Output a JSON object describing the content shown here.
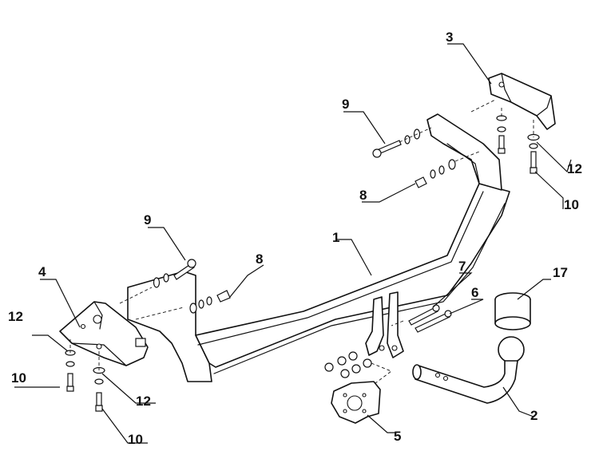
{
  "diagram": {
    "labels": {
      "p1": "1",
      "p2": "2",
      "p3": "3",
      "p4": "4",
      "p5": "5",
      "p6": "6",
      "p7": "7",
      "p8a": "8",
      "p8b": "8",
      "p9a": "9",
      "p9b": "9",
      "p10a": "10",
      "p10b": "10",
      "p10c": "10",
      "p12a": "12",
      "p12b": "12",
      "p12c": "12",
      "p17": "17"
    }
  }
}
